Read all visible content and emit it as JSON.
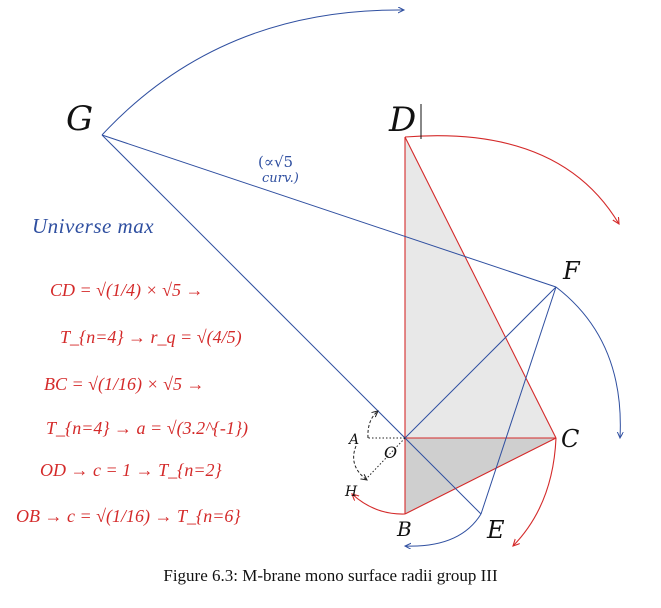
{
  "points": {
    "G": "G",
    "D": "D",
    "F": "F",
    "C": "C",
    "E": "E",
    "B": "B",
    "O": "O",
    "A": "A",
    "H": "H"
  },
  "annotation_curv": {
    "top": "(∝√5",
    "bottom": "curv.)"
  },
  "universe_label": "Universe max",
  "equations": [
    "CD = √(1/4) × √5 →",
    "T_{n=4} → r_q = √(4/5)",
    "BC = √(1/16) × √5 →",
    "T_{n=4} → a = √(3.2^{-1})",
    "OD → c = 1 → T_{n=2}",
    "OB → c = √(1/16) → T_{n=6}"
  ],
  "caption": "Figure 6.3: M-brane mono surface radii group III",
  "colors": {
    "red": "#d42a2a",
    "blue": "#2f4fa0",
    "light_fill": "#e8e8e8",
    "dark_fill": "#cfcfcf"
  }
}
